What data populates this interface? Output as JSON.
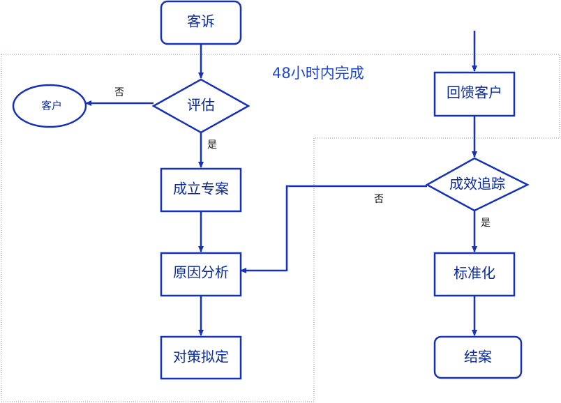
{
  "colors": {
    "stroke": "#1531b8",
    "text": "#0a2a9c",
    "region_border": "#7f8fb3",
    "region_title": "#1f49d0"
  },
  "region": {
    "title": "48小时内完成"
  },
  "nodes": {
    "complaint": "客诉",
    "evaluate": "评估",
    "customer": "客户",
    "establish_case": "成立专案",
    "root_cause": "原因分析",
    "countermeasure": "对策拟定",
    "feedback_customer": "回馈客户",
    "effectiveness_tracking": "成效追踪",
    "standardize": "标准化",
    "close_case": "结案"
  },
  "edge_labels": {
    "evaluate_no": "否",
    "evaluate_yes": "是",
    "tracking_no": "否",
    "tracking_yes": "是"
  }
}
